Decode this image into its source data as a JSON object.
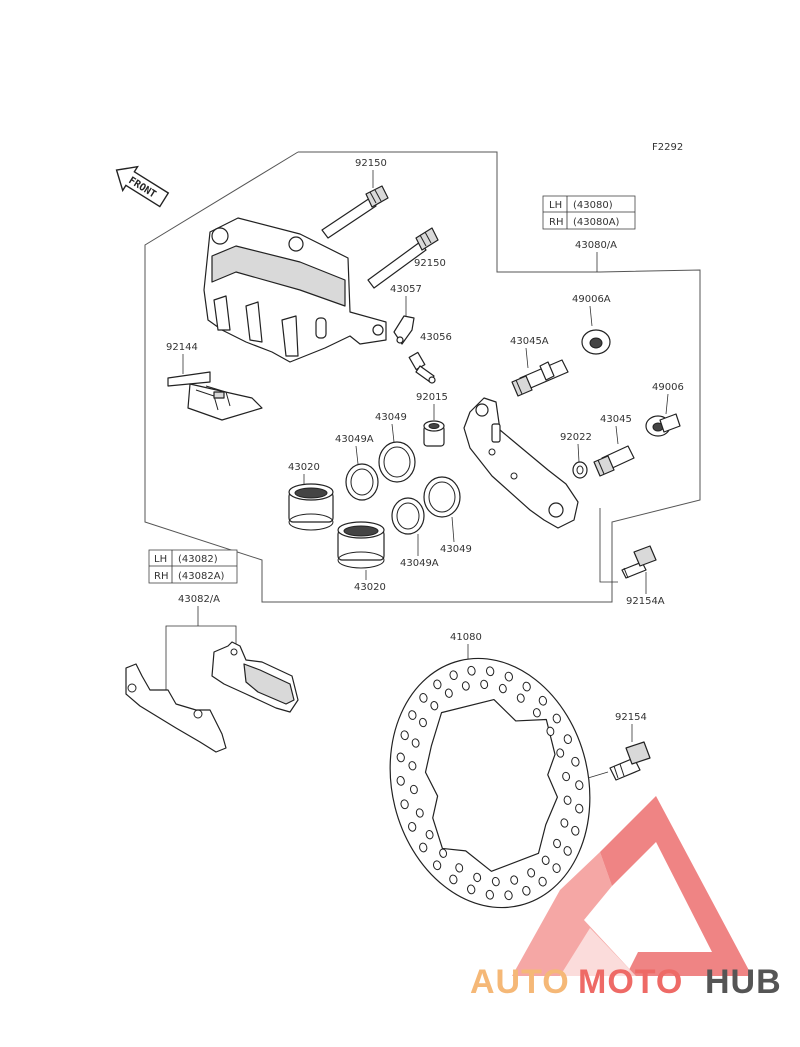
{
  "figure_code": "F2292",
  "front_arrow_text": "FRONT",
  "labels": {
    "bolt_top": "92150",
    "bolt_mid": "92150",
    "pad_spring": "92144",
    "bleeder_plate": "43057",
    "bleeder_valve": "43056",
    "bracket_assy": "43080/A",
    "washer_a": "49006A",
    "pin_a": "43045A",
    "washer": "49006",
    "pin": "43045",
    "washer_small": "92022",
    "boot": "92015",
    "seal_upper": "43049",
    "seal_a_upper": "43049A",
    "piston_left": "43020",
    "seal_lower": "43049",
    "seal_a_lower": "43049A",
    "piston_lower": "43020",
    "bracket_bolt": "92154A",
    "pads_assy": "43082/A",
    "disc": "41080",
    "disc_bolt": "92154"
  },
  "table_bracket": {
    "rows": [
      {
        "side": "LH",
        "code": "(43080)"
      },
      {
        "side": "RH",
        "code": "(43080A)"
      }
    ]
  },
  "table_pads": {
    "rows": [
      {
        "side": "LH",
        "code": "(43082)"
      },
      {
        "side": "RH",
        "code": "(43082A)"
      }
    ]
  },
  "watermark": {
    "part1": "AUTO",
    "part2": "MOTO",
    "part3": "HUB",
    "colors": {
      "auto": "#f5b877",
      "moto": "#ee6a66",
      "hub": "#555555",
      "logo": "#e84a4a"
    }
  }
}
